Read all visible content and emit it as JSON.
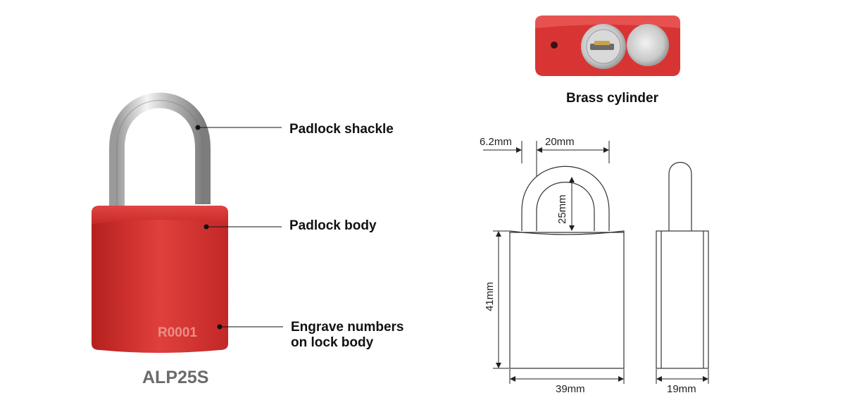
{
  "product": {
    "model": "ALP25S",
    "engraving": "R0001",
    "body_color": "#d9302f"
  },
  "callouts": {
    "shackle": "Padlock shackle",
    "body": "Padlock body",
    "engrave_line1": "Engrave numbers",
    "engrave_line2": "on lock body",
    "cylinder": "Brass cylinder"
  },
  "dimensions": {
    "shackle_offset": "6.2mm",
    "shackle_width": "20mm",
    "shackle_height": "25mm",
    "body_height": "41mm",
    "body_width": "39mm",
    "body_depth": "19mm"
  }
}
